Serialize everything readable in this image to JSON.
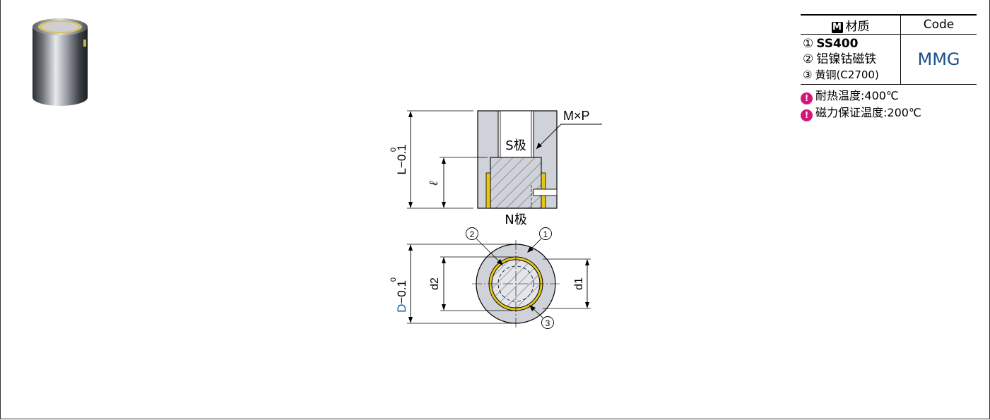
{
  "material_table": {
    "material_header": "材质",
    "badge": "M",
    "code_header": "Code",
    "materials": [
      {
        "num": "①",
        "name": "SS400"
      },
      {
        "num": "②",
        "name": "铝镍钴磁铁"
      },
      {
        "num": "③",
        "name": "黄铜(C2700)"
      }
    ],
    "code": "MMG"
  },
  "notes": [
    {
      "icon": "warning-icon",
      "text": "耐热温度:400℃"
    },
    {
      "icon": "warning-icon",
      "text": "磁力保证温度:200℃"
    }
  ],
  "drawing": {
    "side_view": {
      "L_label": "L",
      "L_tol": "−0.1",
      "L_tol_upper": "0",
      "l_label": "ℓ",
      "MxP_label": "M×P",
      "S_pole": "S极",
      "N_pole": "N极"
    },
    "top_view": {
      "D_label": "D",
      "D_tol": "−0.1",
      "D_tol_upper": "0",
      "d1_label": "d1",
      "d2_label": "d2",
      "callout_1": "1",
      "callout_2": "2",
      "callout_3": "3"
    },
    "colors": {
      "body": "#cfd3d9",
      "magnet": "#e2e6eb",
      "brass": "#e6c619",
      "D_label": "#1a5ea8"
    }
  }
}
